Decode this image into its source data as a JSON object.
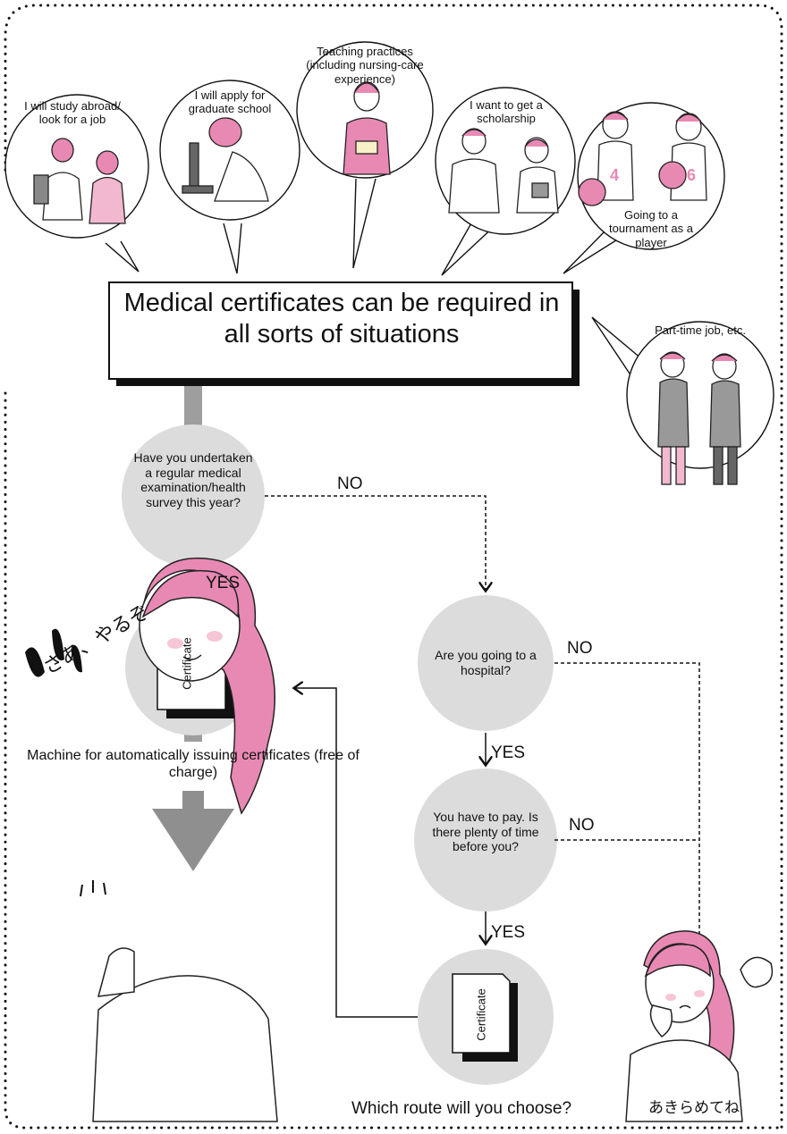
{
  "header": {
    "title": "Medical certificates can be required in all sorts of situations"
  },
  "situations": [
    {
      "label": "I will study abroad/ look for a job"
    },
    {
      "label": "I will apply for graduate school"
    },
    {
      "label": "Teaching practices (including nursing-care experience)"
    },
    {
      "label": "I want to get a scholarship"
    },
    {
      "label": "Going to a tournament as a player"
    },
    {
      "label": "Part-time job, etc."
    }
  ],
  "players": {
    "left_number": "4",
    "right_number": "6"
  },
  "flow": {
    "q1": "Have you undertaken a regular medical examination/health survey this year?",
    "q2": "Are you going to a hospital?",
    "q3": "You have to pay. Is there plenty of time before you?",
    "yes": "YES",
    "no": "NO",
    "certificate": "Certificate",
    "machine": "Machine for automatically issuing certificates (free of charge)",
    "footer": "Which route will you choose?"
  },
  "characters": {
    "happy_caption": "さあ、やるぞ",
    "sad_caption": "あきらめてね"
  },
  "colors": {
    "pink": "#e889b3",
    "node_gray": "#dcdcdc",
    "trunk_gray": "#9e9e9e",
    "big_arrow_gray": "#8f8f8f"
  }
}
